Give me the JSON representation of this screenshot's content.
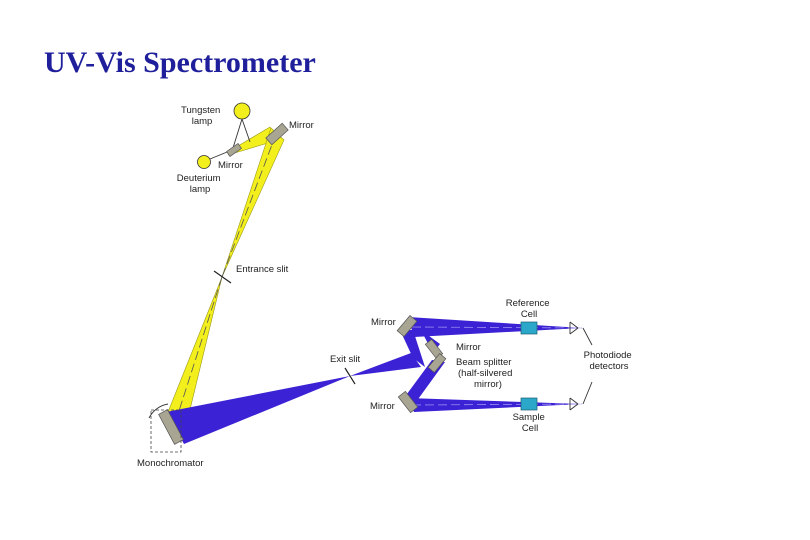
{
  "slide": {
    "title": "UV-Vis Spectrometer"
  },
  "colors": {
    "title": "#1f1f9c",
    "visible_beam": "#f2ef1c",
    "uv_beam": "#3b22d4",
    "lamp": "#f2ef1c",
    "optics": "#a8a593",
    "cell": "#2aa7c9",
    "label": "#222222"
  },
  "labels": {
    "tungsten_lamp": [
      "Tungsten",
      "lamp"
    ],
    "deuterium_lamp": [
      "Deuterium",
      "lamp"
    ],
    "mirror": "Mirror",
    "entrance_slit": "Entrance slit",
    "exit_slit": "Exit slit",
    "monochromator": "Monochromator",
    "reference_cell": [
      "Reference",
      "Cell"
    ],
    "sample_cell": [
      "Sample",
      "Cell"
    ],
    "beam_splitter": [
      "Beam splitter",
      "(half-silvered",
      "mirror)"
    ],
    "photodiode_detectors": [
      "Photodiode",
      "detectors"
    ]
  }
}
